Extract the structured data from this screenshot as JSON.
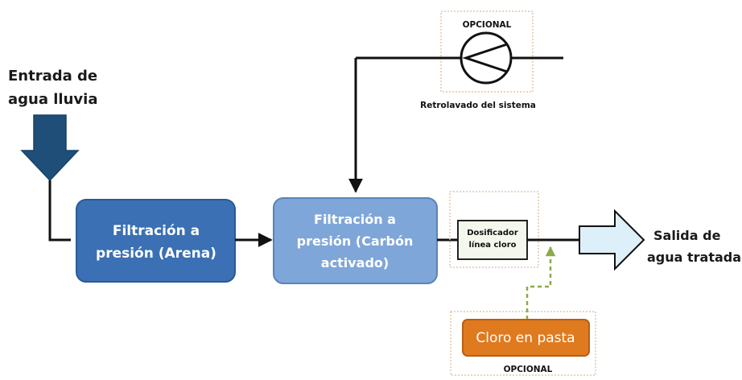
{
  "input": {
    "line1": "Entrada de",
    "line2": "agua lluvia"
  },
  "output": {
    "line1": "Salida de",
    "line2": "agua tratada"
  },
  "sand_filter": {
    "line1": "Filtración a",
    "line2": "presión (Arena)"
  },
  "carbon_filter": {
    "line1": "Filtración a",
    "line2": "presión (Carbón",
    "line3": "activado)"
  },
  "backwash": {
    "optional": "OPCIONAL",
    "label": "Retrolavado del sistema"
  },
  "doser": {
    "line1": "Dosificador",
    "line2": "línea cloro"
  },
  "chlorine": {
    "label": "Cloro en pasta",
    "optional": "OPCIONAL"
  },
  "colors": {
    "dark_blue": "#1F4E79",
    "sand_box": "#3B70B4",
    "carbon_box": "#7FA6D8",
    "light_blue_arrow": "#DDEFF8",
    "orange": "#E07A1F",
    "doser_fill": "#F4F8EC",
    "dashed_green": "#8BAA4A",
    "dashed_border": "#E3C6A8"
  }
}
